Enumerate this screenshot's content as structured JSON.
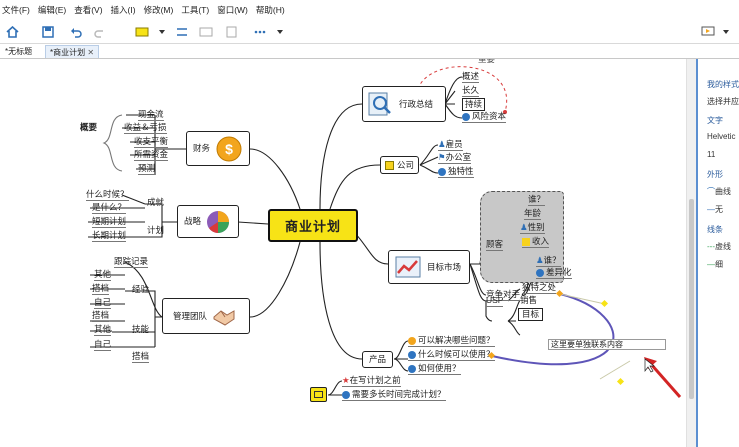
{
  "menu": [
    "文件(F)",
    "编辑(E)",
    "查看(V)",
    "插入(I)",
    "修改(M)",
    "工具(T)",
    "窗口(W)",
    "帮助(H)"
  ],
  "tabs": [
    "*无标题",
    "*商业计划"
  ],
  "tab_close": "✕",
  "right_panel": {
    "title": "我的样式",
    "item1": "选择并应",
    "text_section": "文字",
    "font": "Helvetic",
    "size": "11",
    "shape_section": "外形",
    "shape_curve": "曲线",
    "shape_none": "无",
    "line_section": "线条",
    "line_dashed": "虚线",
    "line_thin": "细"
  },
  "mindmap": {
    "central": "商业计划",
    "admin": {
      "label": "行政总结",
      "children": [
        "概述",
        "长久",
        "持续",
        "风险资本"
      ],
      "callout": "重要"
    },
    "company": {
      "label": "公司",
      "children": [
        "雇员",
        "办公室",
        "独特性"
      ]
    },
    "finance": {
      "label": "财务",
      "group": "概要",
      "children": [
        "现金流",
        "收益＆亏损",
        "收支平衡",
        "所需资金",
        "预测"
      ]
    },
    "strategy": {
      "label": "战略",
      "success": "成就",
      "plan": "计划",
      "q1": "什么时候？",
      "q2": "是什么？",
      "short": "短期计划",
      "long": "长期计划"
    },
    "team": {
      "label": "管理团队",
      "track": "跟踪记录",
      "exp": "经验",
      "skill": "技能",
      "other": "其他",
      "match": "搭档",
      "self": "自己",
      "partner": "搭档"
    },
    "market": {
      "label": "目标市场",
      "customer": "顾客",
      "who": "谁？",
      "age": "年龄",
      "gender": "性别",
      "income": "收入",
      "competitor": "竞争对手",
      "who2": "谁？",
      "diff": "差异化",
      "usp": "USP",
      "unique": "独特之处",
      "sales": "销售",
      "target": "目标"
    },
    "product": {
      "label": "产品",
      "p1": "可以解决哪些问题？",
      "p2": "什么时候可以使用？",
      "p3": "如何使用？"
    },
    "timeline": {
      "t1": "在写计划之前",
      "t2": "需要多长时间完成计划？"
    },
    "editing": "这里要单独联系内容"
  }
}
